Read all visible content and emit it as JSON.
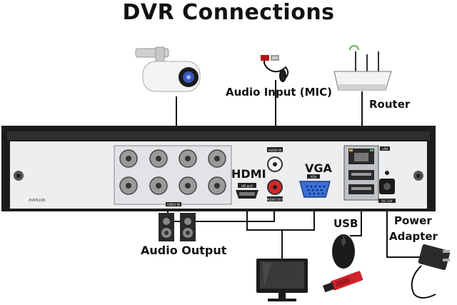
{
  "title": "DVR Connections",
  "labels": {
    "audio_input": "Audio Input (MIC)",
    "router": "Router",
    "hdmi": "HDMI",
    "vga": "VGA",
    "usb": "USB",
    "power_line1": "Power",
    "power_line2": "Adapter",
    "audio_output": "Audio Output"
  },
  "panel_markings": {
    "audio_in": "AUDIO IN",
    "hdmi_port": "HD port",
    "vga_port": "VGA",
    "lan": "LAN",
    "audio_out": "AUDIO OUT",
    "dc": "DC 12V",
    "video_in": "VIDEO IN",
    "model": "XVR5108"
  },
  "colors": {
    "panel": "#1c1c1c",
    "panel_face": "#eceef0",
    "wire": "#111111",
    "usb_stick": "#d2232a",
    "vga_blue": "#3a6fd8"
  }
}
